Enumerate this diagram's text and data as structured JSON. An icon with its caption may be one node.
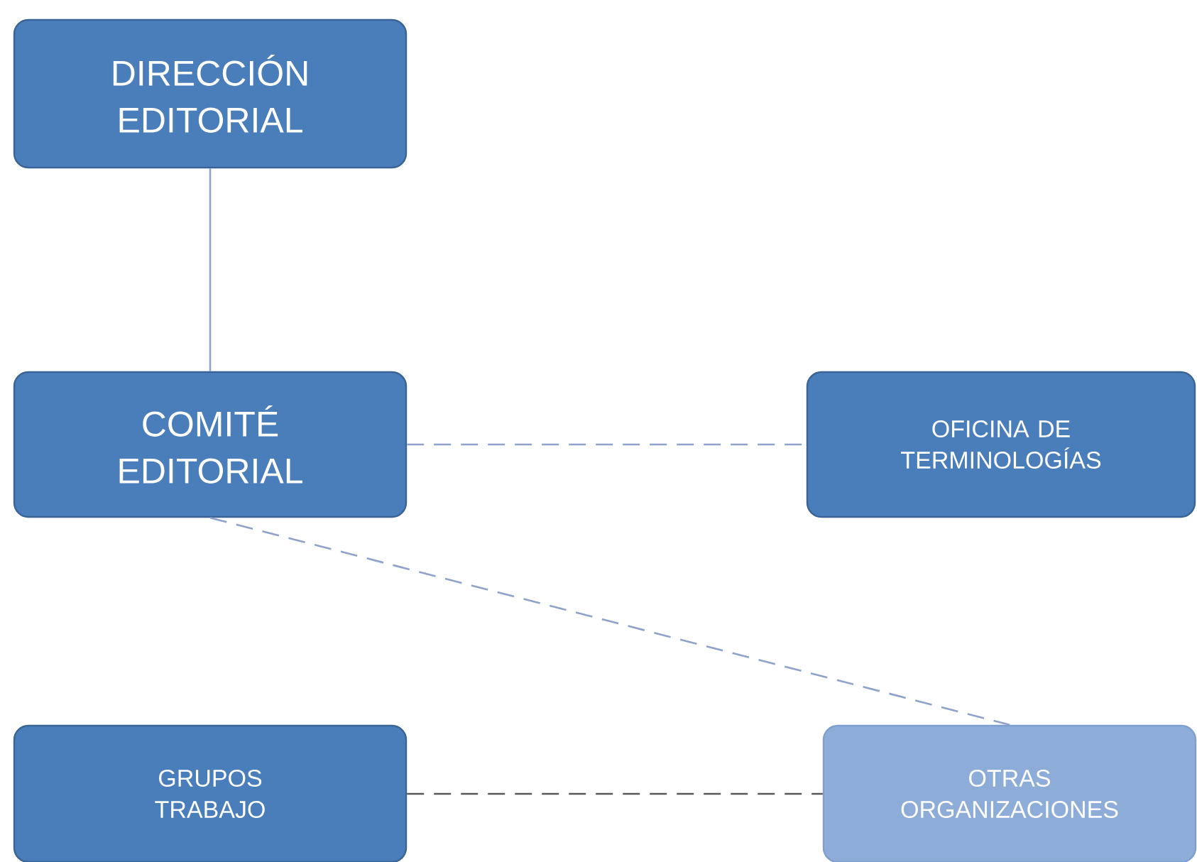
{
  "diagram": {
    "nodes": [
      {
        "text": [
          "DIRECCIÓN EDITORIAL"
        ]
      },
      {
        "text": [
          "COMITÉ EDITORIAL"
        ]
      },
      {
        "text": [
          "OFICINA DE TERMINOLOGÍAS"
        ]
      },
      {
        "text": [
          "GRUPOS TRABAJO"
        ]
      },
      {
        "text": [
          "OTRAS ORGANIZACIONES"
        ]
      }
    ],
    "edges": [
      {
        "from": 0,
        "to": 1,
        "arrow": "none"
      },
      {
        "from": 1,
        "to": 2,
        "arrow": "none",
        "style": "dashed"
      },
      {
        "from": 1,
        "to": 4,
        "arrow": "none",
        "style": "dashed"
      },
      {
        "from": 3,
        "to": 4,
        "arrow": "none",
        "style": "dashed",
        "color": "#595959"
      }
    ]
  }
}
